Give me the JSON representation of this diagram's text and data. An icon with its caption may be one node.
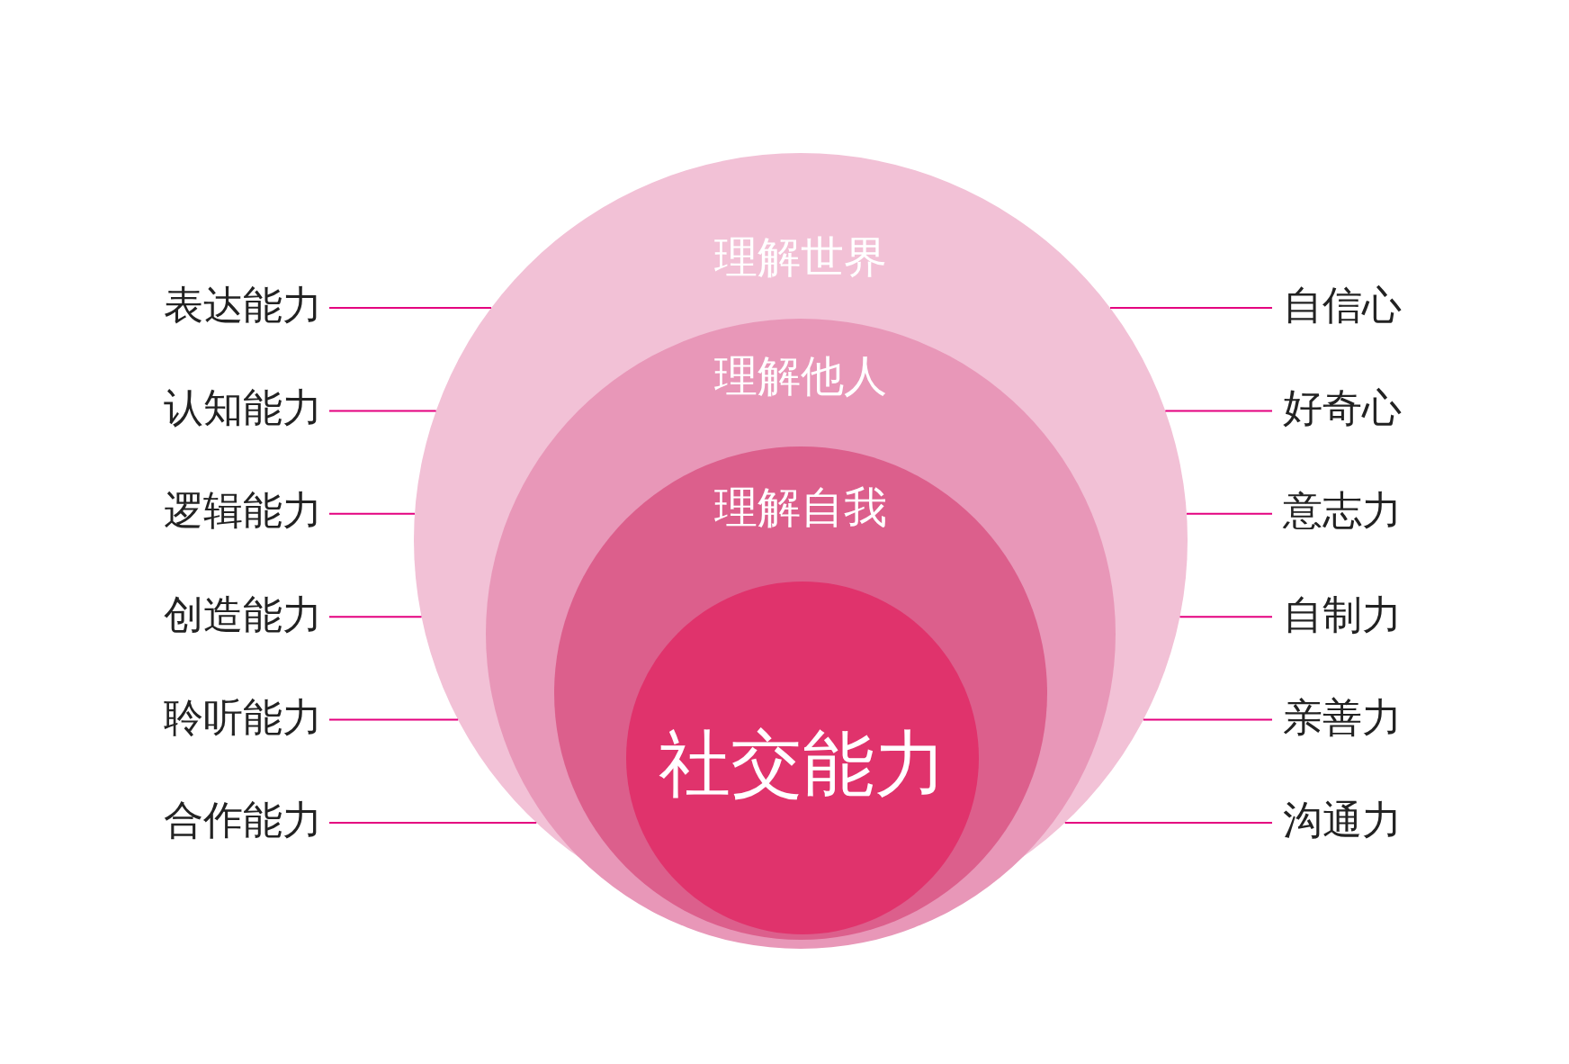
{
  "diagram": {
    "nodes": [
      {
        "text": [
          "理解世界"
        ]
      },
      {
        "text": [
          "理解他人"
        ],
        "in": 0
      },
      {
        "text": [
          "理解自我"
        ],
        "in": 1
      },
      {
        "text": [
          "社交能力"
        ],
        "in": 2
      },
      {
        "text": [
          "表达能力"
        ]
      },
      {
        "text": [
          "自信心"
        ]
      },
      {
        "text": [
          "认知能力"
        ]
      },
      {
        "text": [
          "好奇心"
        ]
      },
      {
        "text": [
          "逻辑能力"
        ]
      },
      {
        "text": [
          "意志力"
        ]
      },
      {
        "text": [
          "创造能力"
        ]
      },
      {
        "text": [
          "自制力"
        ]
      },
      {
        "text": [
          "聆听能力"
        ]
      },
      {
        "text": [
          "亲善力"
        ]
      },
      {
        "text": [
          "合作能力"
        ]
      },
      {
        "text": [
          "沟通力"
        ]
      }
    ],
    "edges": [
      {
        "from": 4,
        "to": 0,
        "arrow": "none"
      },
      {
        "from": 5,
        "to": 0,
        "arrow": "none"
      },
      {
        "from": 6,
        "to": 0,
        "arrow": "none"
      },
      {
        "from": 7,
        "to": 0,
        "arrow": "none"
      },
      {
        "from": 8,
        "to": 0,
        "arrow": "none"
      },
      {
        "from": 9,
        "to": 0,
        "arrow": "none"
      },
      {
        "from": 10,
        "to": 0,
        "arrow": "none"
      },
      {
        "from": 11,
        "to": 0,
        "arrow": "none"
      },
      {
        "from": 12,
        "to": 0,
        "arrow": "none"
      },
      {
        "from": 13,
        "to": 0,
        "arrow": "none"
      },
      {
        "from": 14,
        "to": 0,
        "arrow": "none"
      },
      {
        "from": 15,
        "to": 0,
        "arrow": "none"
      }
    ]
  }
}
